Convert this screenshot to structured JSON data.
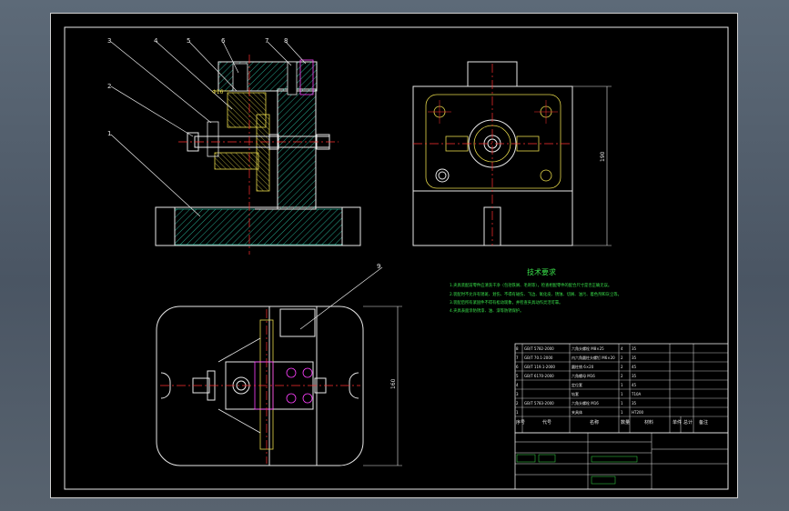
{
  "drawing": {
    "balloons": [
      "1",
      "2",
      "3",
      "4",
      "5",
      "6",
      "7",
      "8",
      "9"
    ],
    "dimensions": {
      "top_view_height": "190",
      "bottom_view_height": "160",
      "small_dim": "Φ16"
    }
  },
  "technical_requirements": {
    "title": "技术要求",
    "lines": [
      "1.夹具装配前零件应清洗干净（包括铁屑、毛刺等），检查相配零件的配合尺寸是否正确无误。",
      "2.装配时不允许有锈斑、划伤、不得有碰伤、飞边、氧化皮、锈蚀、切屑、油污、着色剂和灰尘等。",
      "3.装配后所有紧固件不得有松动现象，并检查夹具动作灵活可靠。",
      "4.夹具表面涂防锈漆、油、漆等防锈保护。"
    ]
  },
  "bom": {
    "rows": [
      [
        "8",
        "GB/T 5782-2000",
        "六角头螺栓 M8×25",
        "4",
        "35",
        ""
      ],
      [
        "7",
        "GB/T 70.1-2000",
        "内六角圆柱头螺钉 M6×20",
        "2",
        "35",
        ""
      ],
      [
        "6",
        "GB/T 119.1-2000",
        "圆柱销 6×20",
        "2",
        "45",
        ""
      ],
      [
        "5",
        "GB/T 6170-2000",
        "六角螺母 M16",
        "2",
        "35",
        ""
      ],
      [
        "4",
        "",
        "定位套",
        "1",
        "45",
        ""
      ],
      [
        "3",
        "",
        "钻套",
        "1",
        "T10A",
        ""
      ],
      [
        "2",
        "GB/T 5783-2000",
        "六角头螺栓 M16",
        "1",
        "35",
        ""
      ],
      [
        "1",
        "",
        "夹具体",
        "1",
        "HT200",
        ""
      ]
    ],
    "header": [
      "序号",
      "代号",
      "名称",
      "数量",
      "材料",
      "单件",
      "总计",
      "备注"
    ]
  },
  "colors": {
    "line_white": "#e8e8e8",
    "hatch_cyan": "#2fd0b0",
    "center_red": "#ff3030",
    "hidden_yellow": "#e6d84a",
    "text_green": "#39e04a",
    "accent_magenta": "#ff40ff"
  }
}
